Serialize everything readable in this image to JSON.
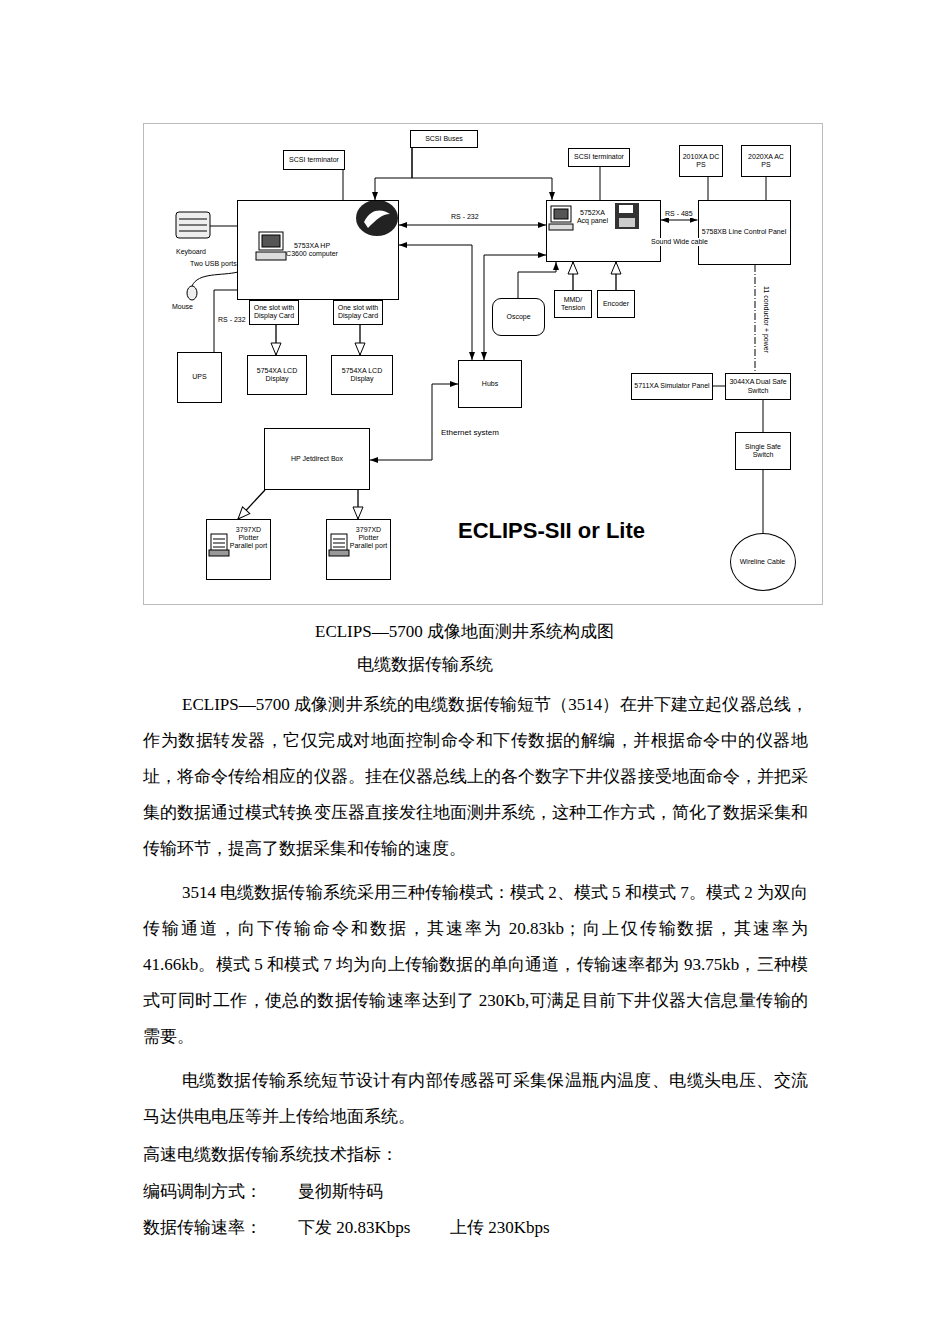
{
  "diagram": {
    "caption": "ECLIPS—5700 成像地面测井系统构成图",
    "nodes": [
      {
        "text": [
          "SCSI terminator"
        ]
      },
      {
        "text": [
          "SCSI Buses"
        ]
      },
      {
        "text": [
          "SCSI terminator"
        ]
      },
      {
        "text": [
          "2010XA DC PS"
        ]
      },
      {
        "text": [
          "2020XA AC PS"
        ]
      },
      {
        "text": [
          "5753XA HP C3600 computer"
        ]
      },
      {
        "text": [
          "5752XA Acq panel"
        ]
      },
      {
        "text": [
          "5758XB Line Control Panel"
        ]
      },
      {
        "text": [
          "One slot with Display Card"
        ]
      },
      {
        "text": [
          "One slot with Display Card"
        ]
      },
      {
        "text": [
          "5754XA LCD Display"
        ]
      },
      {
        "text": [
          "5754XA LCD Display"
        ]
      },
      {
        "text": [
          "UPS"
        ]
      },
      {
        "text": [
          "Oscope"
        ]
      },
      {
        "text": [
          "MMD/ Tension"
        ]
      },
      {
        "text": [
          "Encoder"
        ]
      },
      {
        "text": [
          "Hubs"
        ]
      },
      {
        "text": [
          "5711XA Simulator Panel"
        ]
      },
      {
        "text": [
          "3044XA Dual Safe Switch"
        ]
      },
      {
        "text": [
          "Single Safe Switch"
        ]
      },
      {
        "text": [
          "HP Jetdirect Box"
        ]
      },
      {
        "text": [
          "3797XD Plotter Parallel port"
        ]
      },
      {
        "text": [
          "3797XD Plotter Parallel port"
        ]
      },
      {
        "text": [
          "Wireline Cable"
        ]
      }
    ],
    "edges": [
      {
        "from": 0,
        "to": 5,
        "arrow": "none"
      },
      {
        "from": 1,
        "to": 5,
        "arrow": "to"
      },
      {
        "from": 1,
        "to": 6,
        "arrow": "to"
      },
      {
        "from": 2,
        "to": 6,
        "arrow": "none"
      },
      {
        "from": 5,
        "to": 6,
        "arrow": "both",
        "label": "RS - 232"
      },
      {
        "from": 6,
        "to": 7,
        "arrow": "both",
        "label": "RS - 485"
      },
      {
        "from": 6,
        "to": 7,
        "arrow": "both",
        "label": "Sound Wide cable"
      },
      {
        "from": 3,
        "to": 7,
        "arrow": "none"
      },
      {
        "from": 4,
        "to": 7,
        "arrow": "none"
      },
      {
        "from": 12,
        "to": 5,
        "arrow": "none",
        "label": "RS - 232"
      },
      {
        "from": 8,
        "to": 10,
        "arrow": "to"
      },
      {
        "from": 9,
        "to": 11,
        "arrow": "to"
      },
      {
        "from": 5,
        "to": 16,
        "arrow": "both"
      },
      {
        "from": 6,
        "to": 16,
        "arrow": "both"
      },
      {
        "from": 13,
        "to": 6,
        "arrow": "to"
      },
      {
        "from": 14,
        "to": 6,
        "arrow": "to"
      },
      {
        "from": 15,
        "to": 6,
        "arrow": "to"
      },
      {
        "from": 7,
        "to": 18,
        "arrow": "none",
        "label": "11 conductor + power"
      },
      {
        "from": 17,
        "to": 18,
        "arrow": "none"
      },
      {
        "from": 18,
        "to": 19,
        "arrow": "none"
      },
      {
        "from": 19,
        "to": 23,
        "arrow": "none"
      },
      {
        "from": 16,
        "to": 20,
        "arrow": "both",
        "label": "Ethernet system"
      },
      {
        "from": 20,
        "to": 21,
        "arrow": "to"
      },
      {
        "from": 20,
        "to": 22,
        "arrow": "to"
      }
    ],
    "labels": [
      "Keyboard",
      "Two USB ports",
      "Mouse",
      "ECLIPS-SII or Lite",
      "电缆数据传输系统",
      "ECLIPS—5700 成像测井系统的电缆数据传输短节（3514）在井下建立起仪器总线，作为数据转发器，它仅完成对地面控制命令和下传数据的解编，并根据命令中的仪器地址，将命令传给相应的仪器。挂在仪器总线上的各个数字下井仪器接受地面命令，并把采集的数据通过模式转换变压器直接发往地面测井系统，这种工作方式，简化了数据采集和传输环节，提高了数据采集和传输的速度。",
      "3514 电缆数据传输系统采用三种传输模式：模式 2、模式 5 和模式 7。模式 2 为双向传输通道，向下传输命令和数据，其速率为 20.83kb；向上仅传输数据，其速率为 41.66kb。模式 5 和模式 7 均为向上传输数据的单向通道，传输速率都为 93.75kb，三种模式可同时工作，使总的数据传输速率达到了 230Kb,可满足目前下井仪器大信息量传输的需要。",
      "电缆数据传输系统短节设计有内部传感器可采集保温瓶内温度、电缆头电压、交流马达供电电压等并上传给地面系统。",
      "高速电缆数据传输系统技术指标：",
      "编码调制方式：",
      "曼彻斯特码",
      "数据传输速率：",
      "下发 20.83Kbps",
      "上传 230Kbps"
    ]
  }
}
